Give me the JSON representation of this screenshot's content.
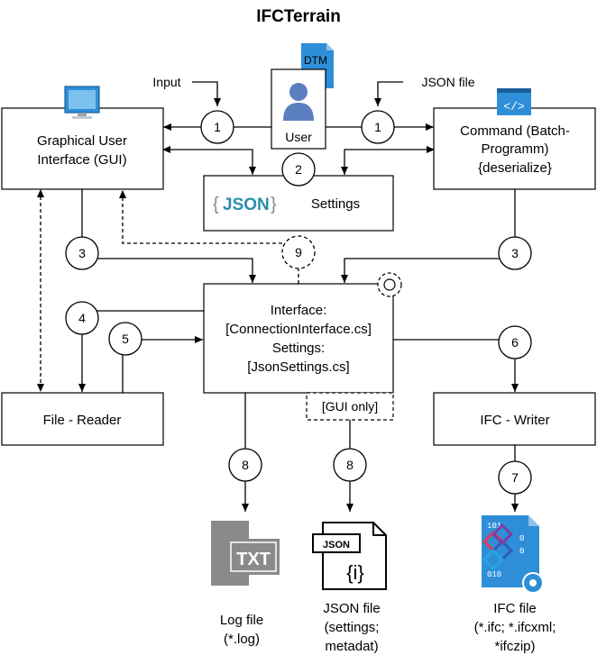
{
  "diagram": {
    "title": "IFCTerrain",
    "input_label": "Input",
    "json_file_label": "JSON file",
    "dtm_label": "DTM",
    "user_label": "User",
    "gui_box": {
      "line1": "Graphical User",
      "line2": "Interface (GUI)"
    },
    "command_box": {
      "line1": "Command (Batch-",
      "line2": "Programm)",
      "line3": "{deserialize}"
    },
    "settings_box": {
      "logo": "JSON",
      "label": "Settings"
    },
    "interface_box": {
      "line1": "Interface:",
      "line2": "[ConnectionInterface.cs]",
      "line3": "Settings:",
      "line4": "[JsonSettings.cs]"
    },
    "gui_only_label": "[GUI only]",
    "file_reader_label": "File - Reader",
    "ifc_writer_label": "IFC - Writer",
    "steps": [
      "1",
      "1",
      "2",
      "3",
      "3",
      "4",
      "5",
      "6",
      "7",
      "8",
      "8",
      "9"
    ],
    "outputs": {
      "log": {
        "icon_text": "TXT",
        "line1": "Log file",
        "line2": "(*.log)"
      },
      "json": {
        "icon_text": "JSON",
        "icon_glyph": "{i}",
        "line1": "JSON file",
        "line2": "(settings;",
        "line3": "metadat)"
      },
      "ifc": {
        "line1": "IFC file",
        "line2": "(*.ifc; *.ifcxml;",
        "line3": "*ifczip)"
      }
    },
    "colors": {
      "accent_blue": "#2e8fd8",
      "json_teal": "#2a8fb0",
      "user_blue": "#5b7fc0",
      "gray_icon": "#8a8a8a"
    }
  }
}
